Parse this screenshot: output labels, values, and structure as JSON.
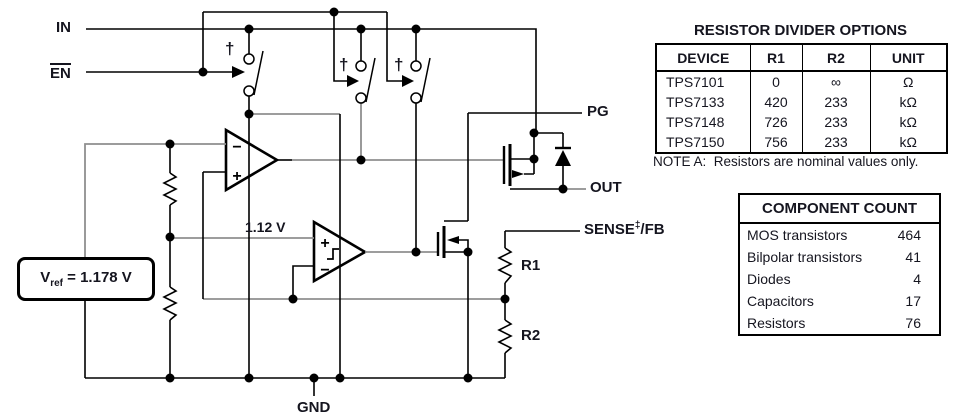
{
  "diagram": {
    "pins": {
      "in": "IN",
      "en": "EN",
      "pg": "PG",
      "out": "OUT",
      "sense": "SENSE",
      "sense_sup": "‡",
      "sense_suffix": "/FB",
      "gnd": "GND"
    },
    "components": {
      "r1": "R1",
      "r2": "R2",
      "comparator_threshold": "1.12 V",
      "vref_symbol": "V",
      "vref_sub": "ref",
      "vref_eq": " = 1.178 V",
      "dagger": "†",
      "plus": "+",
      "minus": "−"
    }
  },
  "resistor_divider_table": {
    "title": "RESISTOR DIVIDER OPTIONS",
    "headers": [
      "DEVICE",
      "R1",
      "R2",
      "UNIT"
    ],
    "rows": [
      [
        "TPS7101",
        "0",
        "∞",
        "Ω"
      ],
      [
        "TPS7133",
        "420",
        "233",
        "kΩ"
      ],
      [
        "TPS7148",
        "726",
        "233",
        "kΩ"
      ],
      [
        "TPS7150",
        "756",
        "233",
        "kΩ"
      ]
    ],
    "note_label": "NOTE A:",
    "note_text": "Resistors are nominal values only."
  },
  "component_count_table": {
    "title": "COMPONENT COUNT",
    "rows": [
      [
        "MOS transistors",
        "464"
      ],
      [
        "Bilpolar transistors",
        "41"
      ],
      [
        "Diodes",
        "4"
      ],
      [
        "Capacitors",
        "17"
      ],
      [
        "Resistors",
        "76"
      ]
    ]
  },
  "colors": {
    "wire_black": "#000000",
    "wire_gray": "#8f8f8f",
    "text": "#15151f"
  }
}
